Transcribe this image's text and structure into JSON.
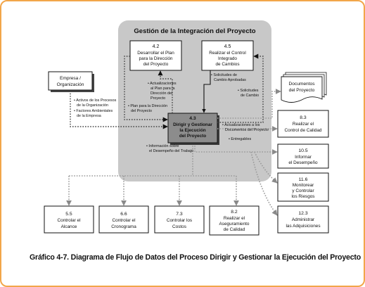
{
  "diagram": {
    "group_title": "Gestión de la Integración del Proyecto",
    "box_42": {
      "num": "4.2",
      "l1": "Desarrollar el Plan",
      "l2": "para la Dirección",
      "l3": "del Proyecto"
    },
    "box_45": {
      "num": "4.5",
      "l1": "Realizar el Control",
      "l2": "Integrado",
      "l3": "de Cambios"
    },
    "box_43": {
      "num": "4.3",
      "l1": "Dirigir y Gestionar",
      "l2": "la Ejecución",
      "l3": "del Proyecto"
    },
    "empresa": {
      "l1": "Empresa /",
      "l2": "Organización"
    },
    "documentos": {
      "l1": "Documentos",
      "l2": "del Proyecto"
    },
    "right_boxes": [
      {
        "num": "8.3",
        "l1": "Realizar el",
        "l2": "Control de Calidad",
        "l3": ""
      },
      {
        "num": "10.5",
        "l1": "Informar",
        "l2": "el Desempeño",
        "l3": ""
      },
      {
        "num": "11.6",
        "l1": "Monitorear",
        "l2": "y Controlar",
        "l3": "los Riesgos"
      },
      {
        "num": "12.3",
        "l1": "Administrar",
        "l2": "las Adquisiciones",
        "l3": ""
      }
    ],
    "bottom_boxes": [
      {
        "num": "5.5",
        "l1": "Controlar el",
        "l2": "Alcance",
        "l3": ""
      },
      {
        "num": "6.6",
        "l1": "Controlar el",
        "l2": "Cronograma",
        "l3": ""
      },
      {
        "num": "7.3",
        "l1": "Controlar los",
        "l2": "Costos",
        "l3": ""
      },
      {
        "num": "8.2",
        "l1": "Realizar el",
        "l2": "Aseguramiento",
        "l3": "de Calidad"
      }
    ],
    "labels": {
      "activos_1": "• Activos de los Procesos",
      "activos_2": "de la Organización",
      "factores_1": "• Factores Ambientales",
      "factores_2": "de la Empresa",
      "act_plan_1": "• Actualizaciones",
      "act_plan_2": "al Plan para la",
      "act_plan_3": "Dirección del",
      "act_plan_4": "Proyecto",
      "plan_1": "• Plan para la Dirección",
      "plan_2": "del Proyecto",
      "sol_aprob_1": "• Solicitudes de",
      "sol_aprob_2": "Cambio Aprobadas",
      "sol_cambio_1": "• Solicitudes",
      "sol_cambio_2": "de Cambio",
      "act_docs_1": "• Actualizaciones a los",
      "act_docs_2": "Documentos del Proyecto",
      "entregables": "• Entregables",
      "info_1": "• Información sobre",
      "info_2": "el Desempeño del Trabajo"
    }
  },
  "caption": "Gráfico 4-7. Diagrama de Flujo de Datos del Proceso Dirigir y Gestionar la Ejecución del Proyecto"
}
